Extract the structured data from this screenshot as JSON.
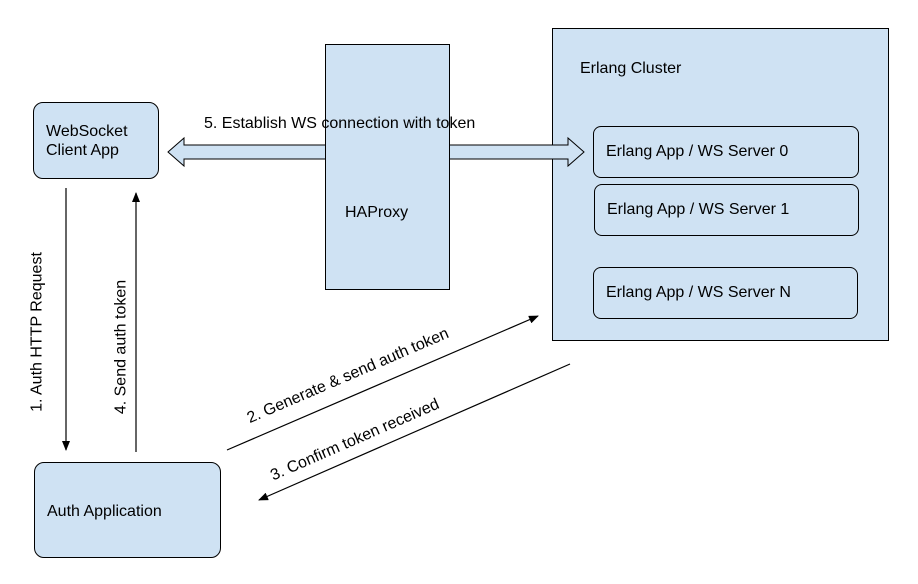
{
  "nodes": {
    "client": "WebSocket\nClient App",
    "auth": "Auth Application",
    "haproxy": "HAProxy",
    "cluster": "Erlang Cluster",
    "servers": [
      "Erlang App / WS Server 0",
      "Erlang App / WS Server 1",
      "Erlang App / WS Server N"
    ]
  },
  "edges": {
    "step1": "1. Auth HTTP Request",
    "step2": "2. Generate & send auth token",
    "step3": "3. Confirm token received",
    "step4": "4. Send auth token",
    "step5": "5. Establish WS connection with token"
  },
  "colors": {
    "node_fill": "#cfe2f3",
    "stroke": "#000000"
  }
}
